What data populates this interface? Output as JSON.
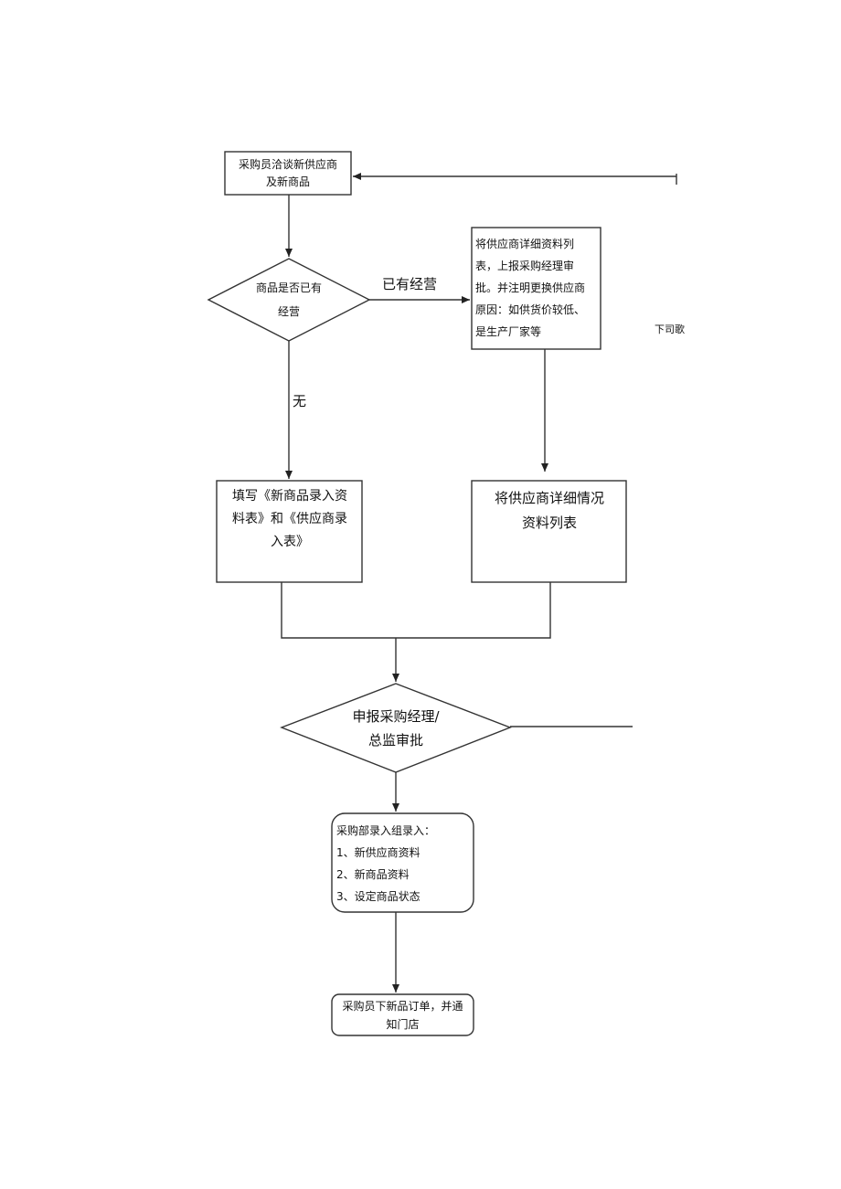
{
  "nodes": {
    "start": {
      "lines": [
        "采购员洽谈新供应商",
        "及新商品"
      ]
    },
    "decision1": {
      "lines": [
        "商品是否已有",
        "经营"
      ]
    },
    "report_box": {
      "lines": [
        "将供应商详细资料列",
        "表，上报采购经理审",
        "批。并注明更换供应商",
        "原因：如供货价较低、",
        "是生产厂家等"
      ]
    },
    "fill_box": {
      "lines": [
        "填写《新商品录入资",
        "料表》和《供应商录",
        "入表》"
      ]
    },
    "supplier_box": {
      "lines": [
        "将供应商详细情况",
        "资料列表"
      ]
    },
    "decision2": {
      "lines": [
        "申报采购经理/",
        "总监审批"
      ]
    },
    "entry_box": {
      "lines": [
        "采购部录入组录入：",
        "1、新供应商资料",
        "2、新商品资料",
        "3、设定商品状态"
      ]
    },
    "order_box": {
      "lines": [
        "采购员下新品订单，并通",
        "知门店"
      ]
    }
  },
  "edge_labels": {
    "existing": "已有经营",
    "none": "无"
  },
  "side_note": "下司歌"
}
